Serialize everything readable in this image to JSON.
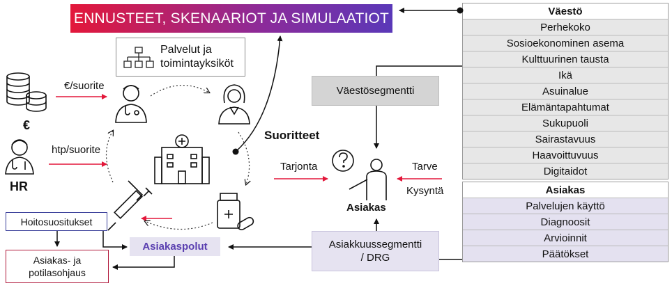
{
  "banner": {
    "title": "ENNUSTEET, SKENAARIOT JA SIMULAATIOT"
  },
  "services": {
    "label_line1": "Palvelut ja",
    "label_line2": "toimintayksiköt"
  },
  "inputs": {
    "eur_per_unit": "€/suorite",
    "htp_per_unit": "htp/suorite",
    "euro_sign": "€",
    "hr": "HR"
  },
  "center": {
    "outputs": "Suoritteet",
    "supply": "Tarjonta",
    "need": "Tarve",
    "demand": "Kysyntä",
    "client": "Asiakas"
  },
  "segments": {
    "population_segment": "Väestösegmentti",
    "client_segment_line1": "Asiakkuussegmentti",
    "client_segment_line2": "/ DRG"
  },
  "paths": {
    "care_recommendations": "Hoitosuositukset",
    "client_paths": "Asiakaspolut",
    "guidance_line1": "Asiakas- ja",
    "guidance_line2": "potilasohjaus"
  },
  "population_table": {
    "header": "Väestö",
    "rows": [
      "Perhekoko",
      "Sosioekonominen asema",
      "Kulttuurinen tausta",
      "Ikä",
      "Asuinalue",
      "Elämäntapahtumat",
      "Sukupuoli",
      "Sairastavuus",
      "Haavoittuvuus",
      "Digitaidot"
    ]
  },
  "client_table": {
    "header": "Asiakas",
    "rows": [
      "Palvelujen käyttö",
      "Diagnoosit",
      "Arvioinnit",
      "Päätökset"
    ]
  },
  "colors": {
    "red_arrow": "#e3173a",
    "purple_text": "#5a3fb0",
    "banner_start": "#e3173a",
    "banner_end": "#5a38b8"
  },
  "icons": [
    "coins-icon",
    "doctor-icon",
    "nurse-icon",
    "female-professional-icon",
    "hospital-icon",
    "syringe-icon",
    "medicine-icon",
    "client-question-icon",
    "org-chart-icon"
  ]
}
